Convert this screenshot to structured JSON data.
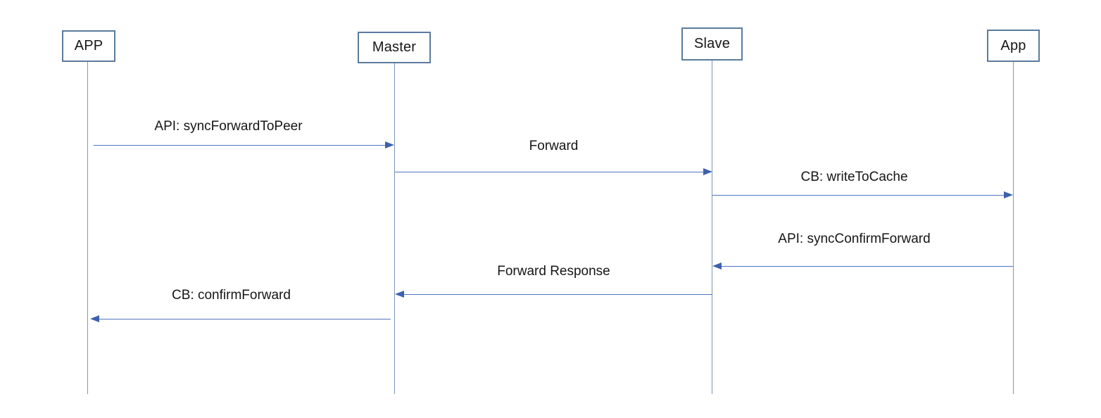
{
  "diagram": {
    "type": "sequence-diagram",
    "background_color": "#ffffff",
    "colors": {
      "actor_border": "#5b7b9d",
      "lifeline": "#7d96b5",
      "arrow_line": "#4f76bf",
      "arrow_head": "#3e61ac",
      "text": "#161616"
    },
    "actors": [
      {
        "label": "APP"
      },
      {
        "label": "Master"
      },
      {
        "label": "Slave"
      },
      {
        "label": "App"
      }
    ],
    "messages": [
      {
        "label": "API: syncForwardToPeer",
        "from": "APP",
        "to": "Master",
        "direction": "right"
      },
      {
        "label": "Forward",
        "from": "Master",
        "to": "Slave",
        "direction": "right"
      },
      {
        "label": "CB: writeToCache",
        "from": "Slave",
        "to": "App",
        "direction": "right"
      },
      {
        "label": "API: syncConfirmForward",
        "from": "App",
        "to": "Slave",
        "direction": "left"
      },
      {
        "label": "Forward Response",
        "from": "Slave",
        "to": "Master",
        "direction": "left"
      },
      {
        "label": "CB: confirmForward",
        "from": "Master",
        "to": "APP",
        "direction": "left"
      }
    ]
  }
}
